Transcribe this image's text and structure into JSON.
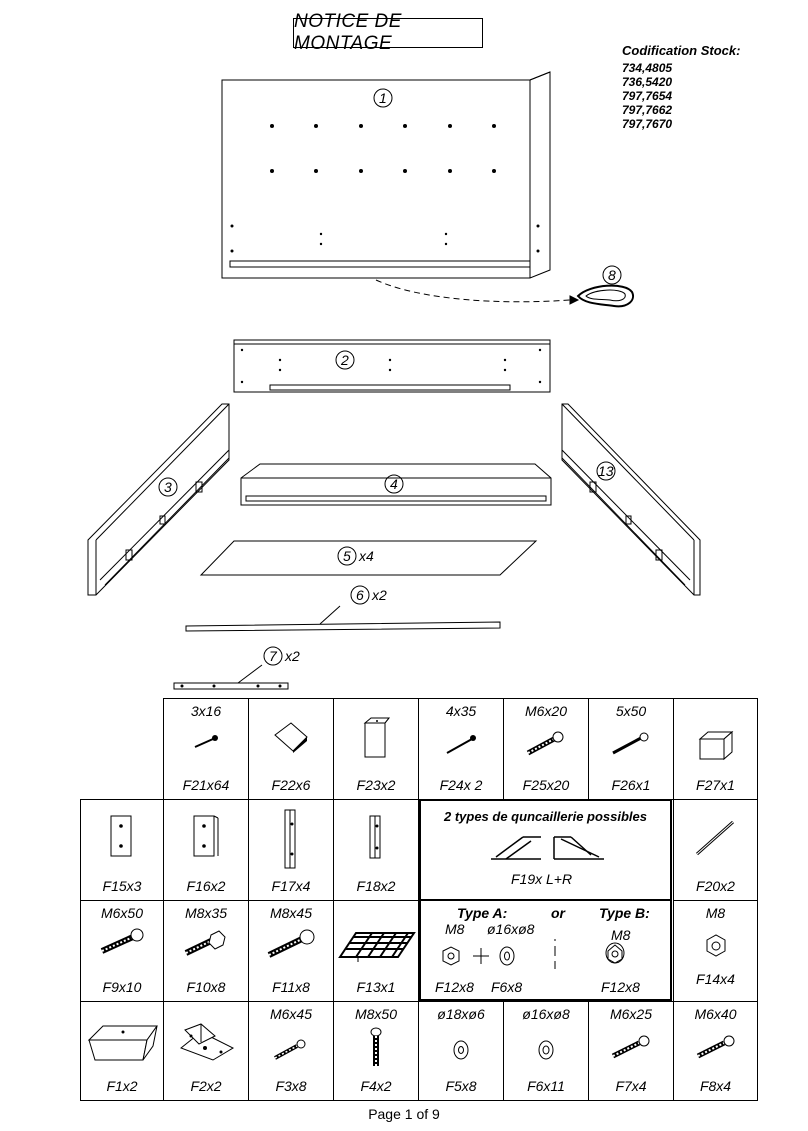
{
  "title": "NOTICE DE MONTAGE",
  "stock": {
    "heading": "Codification Stock:",
    "codes": [
      "734,4805",
      "736,5420",
      "797,7654",
      "797,7662",
      "797,7670"
    ]
  },
  "parts": {
    "p1": "1",
    "p2": "2",
    "p3": "3",
    "p4": "4",
    "p5": "5",
    "p5q": "x4",
    "p6": "6",
    "p6q": "x2",
    "p7": "7",
    "p7q": "x2",
    "p8": "8",
    "p13": "13"
  },
  "hardware_row1": [
    {
      "size": "3x16",
      "code": "F21x64"
    },
    {
      "size": "",
      "code": "F22x6"
    },
    {
      "size": "",
      "code": "F23x2"
    },
    {
      "size": "4x35",
      "code": "F24x 2"
    },
    {
      "size": "M6x20",
      "code": "F25x20"
    },
    {
      "size": "5x50",
      "code": "F26x1"
    },
    {
      "size": "",
      "code": "F27x1"
    }
  ],
  "hardware_row2": [
    {
      "code": "F15x3"
    },
    {
      "code": "F16x2"
    },
    {
      "code": "F17x4"
    },
    {
      "code": "F18x2"
    }
  ],
  "f20": "F20x2",
  "hardware_box": {
    "heading": "2 types de quncaillerie possibles",
    "f19": "F19x  L+R",
    "typeA": "Type A:",
    "typeB": "Type B:",
    "or": "or",
    "a_m8": "M8",
    "a_dia": "ø16xø8",
    "b_m8": "M8",
    "f12a": "F12x8",
    "f6": "F6x8",
    "f12b": "F12x8"
  },
  "hardware_row3": [
    {
      "size": "M6x50",
      "code": "F9x10"
    },
    {
      "size": "M8x35",
      "code": "F10x8"
    },
    {
      "size": "M8x45",
      "code": "F11x8"
    },
    {
      "size": "",
      "code": "F13x1"
    }
  ],
  "f14": {
    "size": "M8",
    "code": "F14x4"
  },
  "hardware_row4": [
    {
      "size": "",
      "code": "F1x2"
    },
    {
      "size": "",
      "code": "F2x2"
    },
    {
      "size": "M6x45",
      "code": "F3x8"
    },
    {
      "size": "M8x50",
      "code": "F4x2"
    },
    {
      "size": "ø18xø6",
      "code": "F5x8"
    },
    {
      "size": "ø16xø8",
      "code": "F6x11"
    },
    {
      "size": "M6x25",
      "code": "F7x4"
    },
    {
      "size": "M6x40",
      "code": "F8x4"
    }
  ],
  "footer": "Page 1 of 9"
}
